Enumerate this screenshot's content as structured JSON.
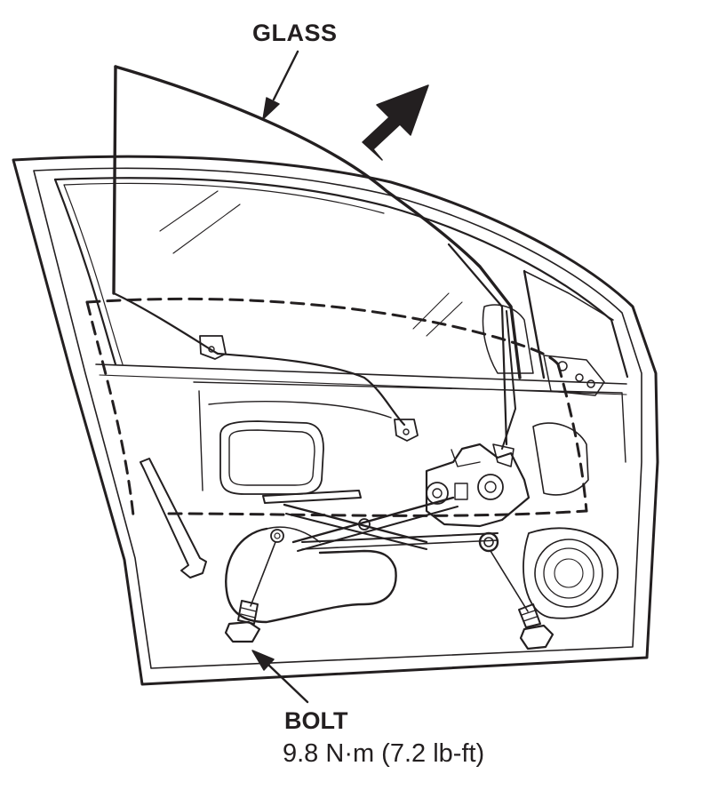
{
  "labels": {
    "glass": "GLASS",
    "bolt": "BOLT",
    "bolt_torque": "9.8 N·m (7.2 lb-ft)"
  },
  "colors": {
    "ink": "#231f20",
    "background": "#ffffff"
  }
}
